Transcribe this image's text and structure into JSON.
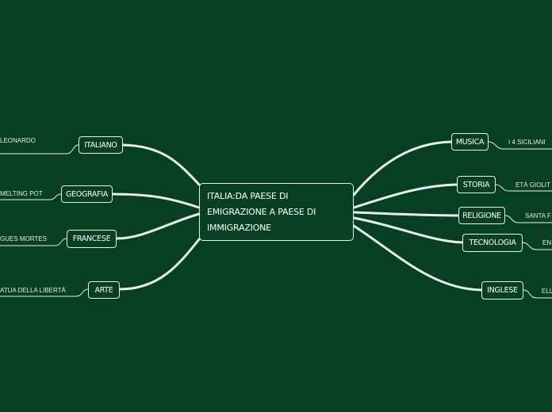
{
  "central": {
    "text": "ITALIA:DA PAESE DI EMIGRAZIONE A PAESE DI IMMIGRAZIONE"
  },
  "left_branches": [
    {
      "label": "ITALIANO",
      "leaf": "LEONARDO"
    },
    {
      "label": "GEOGRAFIA",
      "leaf": "MELTING POT"
    },
    {
      "label": "FRANCESE",
      "leaf": "GUES MORTES"
    },
    {
      "label": "ARTE",
      "leaf": "ATUA DELLA LIBERTÀ"
    }
  ],
  "right_branches": [
    {
      "label": "MUSICA",
      "leaf": "I 4 SICILIANI"
    },
    {
      "label": "STORIA",
      "leaf": "ETÀ GIOLIT"
    },
    {
      "label": "RELIGIONE",
      "leaf": "SANTA F"
    },
    {
      "label": "TECNOLOGIA",
      "leaf": "EN"
    },
    {
      "label": "INGLESE",
      "leaf": "ELL"
    }
  ],
  "colors": {
    "background": "#063f22",
    "line": "#e9efe9",
    "text": "#ffffff"
  }
}
